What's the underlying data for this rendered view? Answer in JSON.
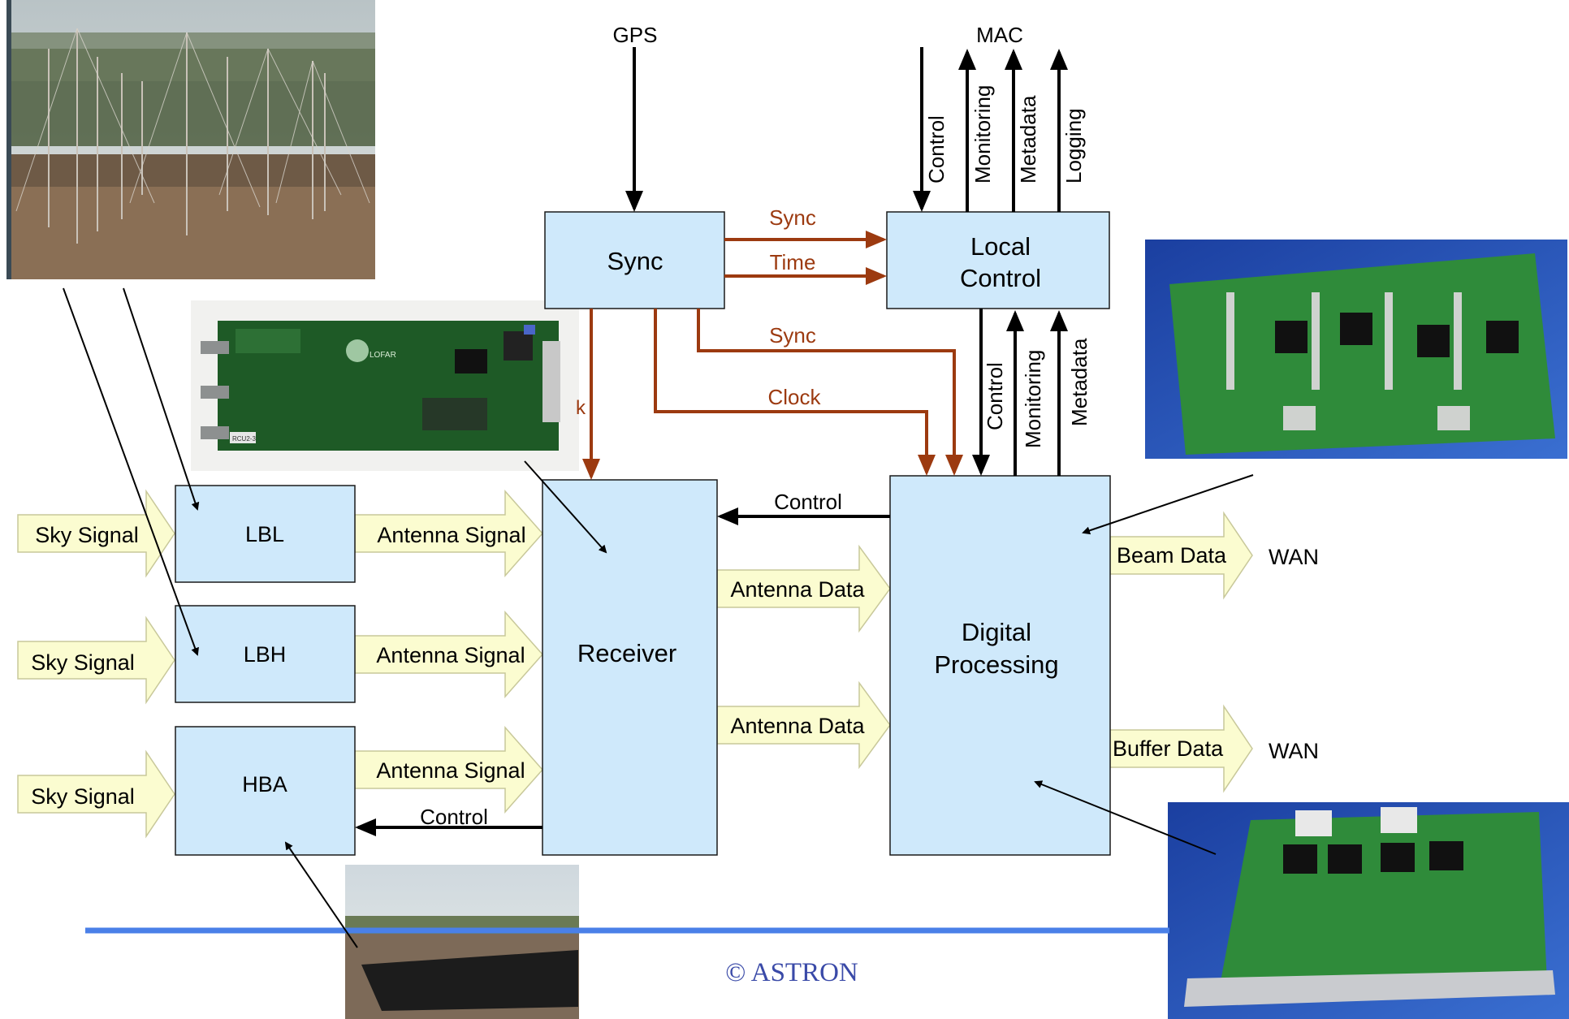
{
  "colors": {
    "box_fill": "#cfe9fb",
    "box_stroke": "#1a1a1a",
    "signal_arrow_fill": "#fbfcd0",
    "signal_arrow_stroke": "#c8c89a",
    "timing_color": "#9c3a10",
    "line_color": "#000000",
    "rule_color": "#4a80e8",
    "copyright_color": "#3a4aa8"
  },
  "blocks": {
    "sync": "Sync",
    "local_control_line1": "Local",
    "local_control_line2": "Control",
    "lbl": "LBL",
    "lbh": "LBH",
    "hba": "HBA",
    "receiver": "Receiver",
    "digital_line1": "Digital",
    "digital_line2": "Processing"
  },
  "external": {
    "gps": "GPS",
    "mac": "MAC",
    "wan_beam": "WAN",
    "wan_buffer": "WAN"
  },
  "mac_links": [
    "Control",
    "Monitoring",
    "Metadata",
    "Logging"
  ],
  "lc_links": [
    "Control",
    "Monitoring",
    "Metadata"
  ],
  "sync_links": {
    "sync_to_lc": "Sync",
    "time_to_lc": "Time",
    "sync_to_dp": "Sync",
    "clock_to_dp": "Clock",
    "clock_fragment": "k"
  },
  "signals": {
    "sky_1": "Sky Signal",
    "sky_2": "Sky Signal",
    "sky_3": "Sky Signal",
    "antenna_signal_1": "Antenna Signal",
    "antenna_signal_2": "Antenna Signal",
    "antenna_signal_3": "Antenna Signal",
    "antenna_data_1": "Antenna Data",
    "antenna_data_2": "Antenna Data",
    "beam_data": "Beam Data",
    "buffer_data": "Buffer Data"
  },
  "control_links": {
    "dp_to_receiver": "Control",
    "receiver_to_hba": "Control"
  },
  "photos": {
    "rcu_board_logo": "LOFAR",
    "rcu_board_id": "RCU2-3"
  },
  "footer": {
    "copyright": "© ASTRON"
  }
}
